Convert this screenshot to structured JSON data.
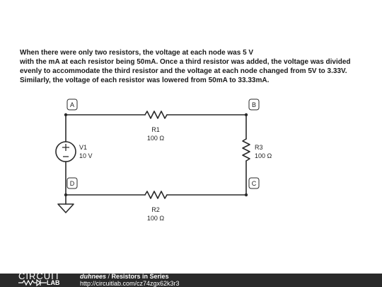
{
  "description": [
    "When there were only two resistors, the voltage at each node was 5 V",
    "with the mA at each resistor being 50mA. Once a third resistor was added, the voltage was divided",
    "evenly to accommodate the third resistor and the voltage at each node changed from 5V to 3.33V.",
    "Similarly, the voltage of each resistor was lowered from 50mA to 33.33mA."
  ],
  "nodes": {
    "a": "A",
    "b": "B",
    "c": "C",
    "d": "D"
  },
  "components": {
    "r1": {
      "name": "R1",
      "value": "100 Ω"
    },
    "r2": {
      "name": "R2",
      "value": "100 Ω"
    },
    "r3": {
      "name": "R3",
      "value": "100 Ω"
    },
    "v1": {
      "name": "V1",
      "value": "10 V"
    }
  },
  "footer": {
    "logo_top": "CIRCUIT",
    "logo_bottom": "LAB",
    "author": "duhnees",
    "separator": " / ",
    "title": "Resistors in Series",
    "url": "http://circuitlab.com/cz74zgx62k3r3"
  },
  "colors": {
    "wire": "#2a2a2a",
    "footer_bg": "#2a2a2a",
    "text": "#1a1a1a"
  }
}
